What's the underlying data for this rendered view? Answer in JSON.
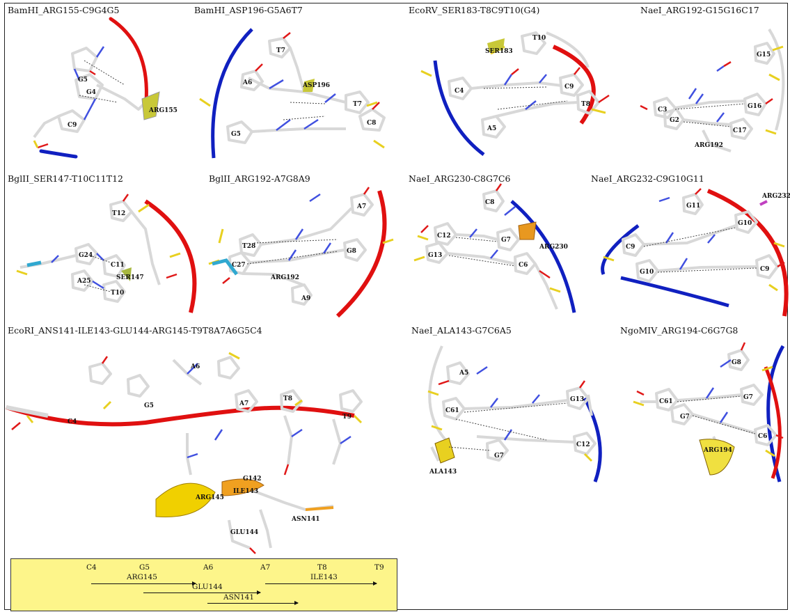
{
  "panels": [
    {
      "title": "BamHI_ARG155-C9G4G5",
      "labels": [
        "G5",
        "G4",
        "C9",
        "ARG155"
      ]
    },
    {
      "title": "BamHI_ASP196-G5A6T7",
      "labels": [
        "T7",
        "ASP196",
        "A6",
        "T7",
        "C8",
        "G5"
      ]
    },
    {
      "title": "EcoRV_SER183-T8C9T10(G4)",
      "labels": [
        "SER183",
        "T10",
        "C4",
        "C9",
        "T8",
        "A5"
      ]
    },
    {
      "title": "NaeI_ARG192-G15G16C17",
      "labels": [
        "G15",
        "C3",
        "G2",
        "G16",
        "C17",
        "ARG192"
      ]
    },
    {
      "title": "BglII_SER147-T10C11T12",
      "labels": [
        "T12",
        "C11",
        "G24",
        "SER147",
        "A25",
        "T10"
      ]
    },
    {
      "title": "BglII_ARG192-A7G8A9",
      "labels": [
        "A7",
        "T28",
        "C27",
        "G8",
        "ARG192",
        "A9"
      ]
    },
    {
      "title": "NaeI_ARG230-C8G7C6",
      "labels": [
        "C8",
        "G7",
        "ARG230",
        "C12",
        "G13",
        "C6"
      ]
    },
    {
      "title": "NaeI_ARG232-C9G10G11",
      "labels": [
        "G11",
        "ARG232",
        "G10",
        "C9",
        "G10",
        "C9"
      ]
    },
    {
      "title": "EcoRI_ANS141-ILE143-GLU144-ARG145-T9T8A7A6G5C4",
      "labels": [
        "A6",
        "T8",
        "G5",
        "A7",
        "T9",
        "C4",
        "G142",
        "ARG145",
        "ILE143",
        "GLU144",
        "ASN141"
      ]
    },
    {
      "title": "NaeI_ALA143-G7C6A5",
      "labels": [
        "A5",
        "C61",
        "G13",
        "G7",
        "C12",
        "ALA143"
      ]
    },
    {
      "title": "NgoMIV_ARG194-C6G7G8",
      "labels": [
        "G8",
        "C61",
        "G7",
        "G7",
        "C6",
        "ARG194"
      ]
    }
  ],
  "legend": {
    "nucleotides": [
      "C4",
      "G5",
      "A6",
      "A7",
      "T8",
      "T9"
    ],
    "residues": [
      "ARG145",
      "GLU144",
      "ASN141",
      "ILE143"
    ]
  },
  "colors": {
    "backbone_red": "#e01010",
    "backbone_blue": "#1020c0",
    "carbon": "#d8d8d8",
    "nitrogen": "#4050e0",
    "oxygen": "#e01818",
    "phosphorus": "#e8d020",
    "helix_yellow": "#f0d000",
    "legend_bg": "#fdf58a"
  }
}
